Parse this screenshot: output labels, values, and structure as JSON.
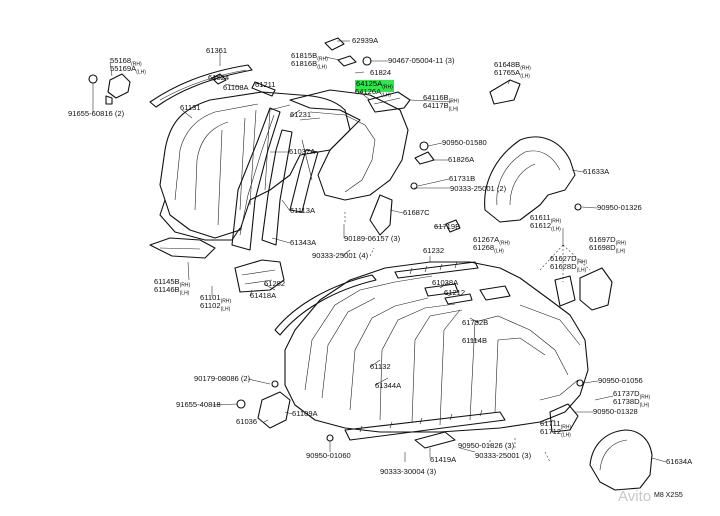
{
  "labels": [
    {
      "text": "61361"
    },
    {
      "text": "62939A"
    },
    {
      "text": "61815B",
      "sub": "(RH)"
    },
    {
      "text": "61816B",
      "sub": "(LH)"
    },
    {
      "text": "90467-05004-11 (3)"
    },
    {
      "text": "55168",
      "sub": "(RH)"
    },
    {
      "text": "55169A",
      "sub": "(LH)"
    },
    {
      "text": "61824"
    },
    {
      "text": "61824"
    },
    {
      "text": "61108A"
    },
    {
      "text": "61211"
    },
    {
      "text": "61648B",
      "sub": "(RH)"
    },
    {
      "text": "61765A",
      "sub": "(LH)"
    },
    {
      "text": "64125A",
      "sub": "(RH)"
    },
    {
      "text": "64126A",
      "sub": "(LH)"
    },
    {
      "text": "64116B",
      "sub": "(RH)"
    },
    {
      "text": "64117B",
      "sub": "(LH)"
    },
    {
      "text": "91655-60816 (2)"
    },
    {
      "text": "61131"
    },
    {
      "text": "61231"
    },
    {
      "text": "90950-01580"
    },
    {
      "text": "61037A"
    },
    {
      "text": "61826A"
    },
    {
      "text": "61633A"
    },
    {
      "text": "61731B"
    },
    {
      "text": "90333-25001 (2)"
    },
    {
      "text": "61687C"
    },
    {
      "text": "90950-01326"
    },
    {
      "text": "61113A"
    },
    {
      "text": "61719B"
    },
    {
      "text": "61611",
      "sub": "(RH)"
    },
    {
      "text": "61612",
      "sub": "(LH)"
    },
    {
      "text": "61267A",
      "sub": "(RH)"
    },
    {
      "text": "61268",
      "sub": "(LH)"
    },
    {
      "text": "61697D",
      "sub": "(RH)"
    },
    {
      "text": "61698D",
      "sub": "(LH)"
    },
    {
      "text": "61343A"
    },
    {
      "text": "90189-06157 (3)"
    },
    {
      "text": "61232"
    },
    {
      "text": "90333-25001 (4)"
    },
    {
      "text": "61627D",
      "sub": "(RH)"
    },
    {
      "text": "61628D",
      "sub": "(LH)"
    },
    {
      "text": "61282"
    },
    {
      "text": "61038A"
    },
    {
      "text": "61212"
    },
    {
      "text": "61418A"
    },
    {
      "text": "61145B",
      "sub": "(RH)"
    },
    {
      "text": "61146B",
      "sub": "(LH)"
    },
    {
      "text": "61101",
      "sub": "(RH)"
    },
    {
      "text": "61102",
      "sub": "(LH)"
    },
    {
      "text": "61732B"
    },
    {
      "text": "61114B"
    },
    {
      "text": "61132"
    },
    {
      "text": "90179-08086 (2)"
    },
    {
      "text": "61344A"
    },
    {
      "text": "90950-01056"
    },
    {
      "text": "61737D",
      "sub": "(RH)"
    },
    {
      "text": "61738D",
      "sub": "(LH)"
    },
    {
      "text": "91655-40818"
    },
    {
      "text": "90950-01328"
    },
    {
      "text": "61109A"
    },
    {
      "text": "61036"
    },
    {
      "text": "61711",
      "sub": "(RH)"
    },
    {
      "text": "61712",
      "sub": "(LH)"
    },
    {
      "text": "90950-01060"
    },
    {
      "text": "90950-01826 (3)"
    },
    {
      "text": "90333-25001 (3)"
    },
    {
      "text": "61419A"
    },
    {
      "text": "61634A"
    },
    {
      "text": "90333-30004 (3)"
    }
  ],
  "footer": {
    "code": "M8 X2S5"
  },
  "watermark": "Avito"
}
